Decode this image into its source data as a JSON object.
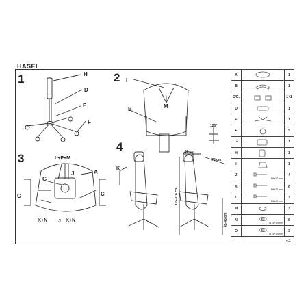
{
  "title": "HASEL",
  "steps": {
    "s1": {
      "num": "1",
      "labels": [
        "H",
        "D",
        "E",
        "F"
      ]
    },
    "s2": {
      "num": "2",
      "labels": [
        "I",
        "M",
        "B"
      ],
      "angle": "120°"
    },
    "s3": {
      "num": "3",
      "labels": [
        "L+P+M",
        "A",
        "G",
        "J",
        "C",
        "C",
        "K+N",
        "J",
        "K+N"
      ]
    },
    "s4": {
      "num": "4",
      "labels": [
        "K"
      ],
      "dims": {
        "width": "66 cm",
        "depth": "73 cm",
        "height": "115-118 cm",
        "seat": "45-48 cm"
      }
    }
  },
  "parts": [
    {
      "letter": "A",
      "qty": "1",
      "icon": "seat-icon",
      "note": ""
    },
    {
      "letter": "B",
      "qty": "1",
      "icon": "armrest-frame-icon",
      "note": ""
    },
    {
      "letter": "C/C₁",
      "qty": "1+1",
      "icon": "armrests-icon",
      "note": ""
    },
    {
      "letter": "D",
      "qty": "1",
      "icon": "gas-lift-icon",
      "note": ""
    },
    {
      "letter": "E",
      "qty": "1",
      "icon": "star-base-icon",
      "note": ""
    },
    {
      "letter": "F",
      "qty": "5",
      "icon": "caster-icon",
      "note": ""
    },
    {
      "letter": "G",
      "qty": "1",
      "icon": "mechanism-icon",
      "note": ""
    },
    {
      "letter": "H",
      "qty": "1",
      "icon": "cover-icon",
      "note": ""
    },
    {
      "letter": "I",
      "qty": "1",
      "icon": "headrest-icon",
      "note": ""
    },
    {
      "letter": "J",
      "qty": "4",
      "icon": "screw-icon",
      "note": "M8x20 mm"
    },
    {
      "letter": "K",
      "qty": "8",
      "icon": "screw-icon",
      "note": "M8x25 mm"
    },
    {
      "letter": "L",
      "qty": "3",
      "icon": "screw-icon",
      "note": "M8x20 mm"
    },
    {
      "letter": "M",
      "qty": "3",
      "icon": "spring-washer-icon",
      "note": ""
    },
    {
      "letter": "N",
      "qty": "8",
      "icon": "washer-icon",
      "note": "Ø 16*1.5mm"
    },
    {
      "letter": "O",
      "qty": "3",
      "icon": "washer-icon",
      "note": "Ø 16*1.5mm"
    }
  ],
  "version": "v.1"
}
